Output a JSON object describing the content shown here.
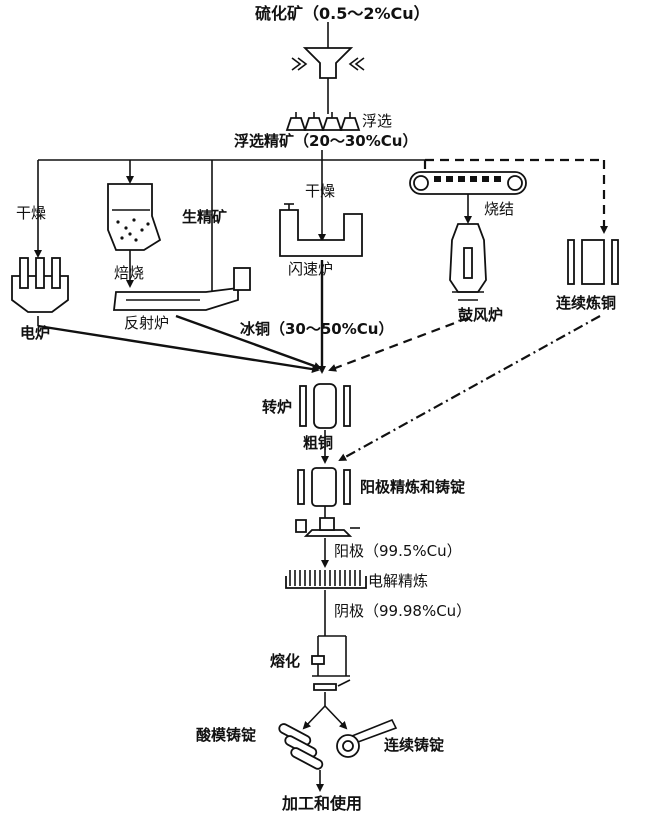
{
  "diagram": {
    "ore": "硫化矿（0.5～2%Cu）",
    "flotation": "浮选",
    "concentrate": "浮选精矿（20～30%Cu）",
    "drying_left": "干燥",
    "roasting": "焙烧",
    "raw_concentrate": "生精矿",
    "drying_center": "干燥",
    "sintering": "烧结",
    "electric_furnace": "电炉",
    "reverberatory_furnace": "反射炉",
    "flash_furnace": "闪速炉",
    "blast_furnace": "鼓风炉",
    "continuous_smelting": "连续炼铜",
    "matte": "冰铜（30～50%Cu）",
    "converter": "转炉",
    "blister_copper": "粗铜",
    "anode_refining": "阳极精炼和铸锭",
    "anode": "阳极（99.5%Cu）",
    "electrorefining": "电解精炼",
    "cathode": "阴极（99.98%Cu）",
    "melting": "熔化",
    "mold_casting": "酸模铸锭",
    "continuous_casting": "连续铸锭",
    "final": "加工和使用"
  }
}
